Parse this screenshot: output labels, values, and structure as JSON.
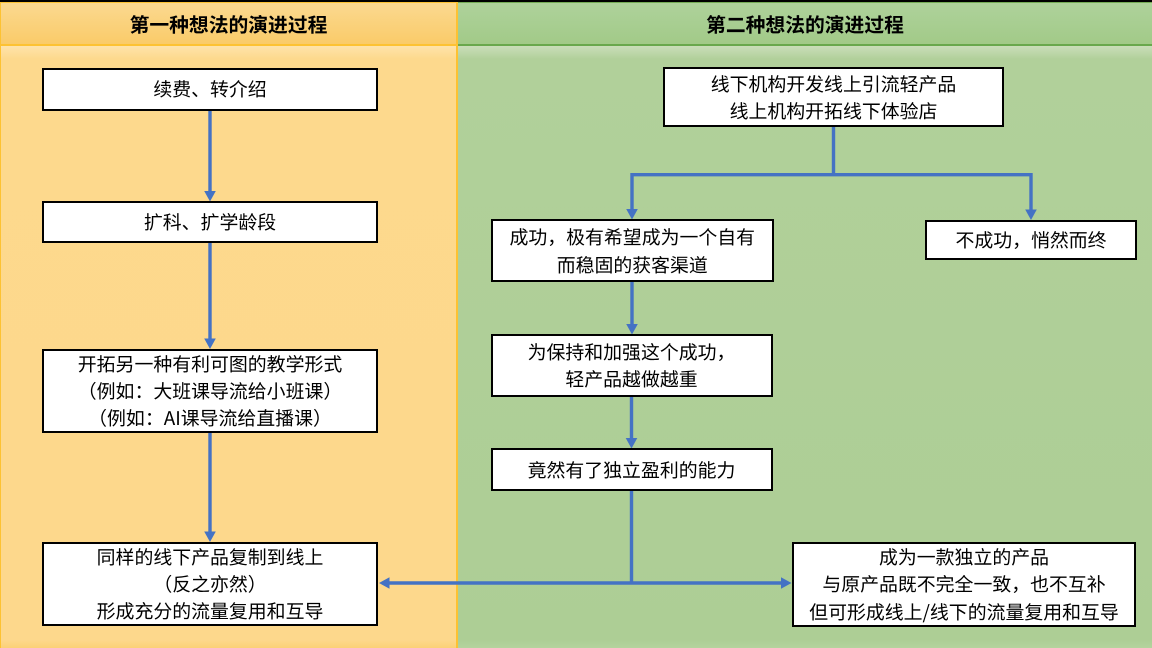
{
  "slide": {
    "kind": "two-column flowchart comparison"
  },
  "colors": {
    "arrow": "#4472C4",
    "left-border": "#FDC232",
    "left-header-fill": "#FACD6F",
    "left-body-fill": "#FDD88C",
    "right-border": "#69A84D",
    "right-border-top": "#74AC55",
    "right-header-fill": "#A6CC8F",
    "right-body-fill": "#ADCE95",
    "node-fill": "#FFFFFF",
    "node-border": "#000000",
    "text": "#000000"
  },
  "panels": [
    {
      "id": "first-idea",
      "title": "第一种想法的演进过程"
    },
    {
      "id": "second-idea",
      "title": "第二种想法的演进过程"
    }
  ],
  "nodes": [
    {
      "id": "renew-referral",
      "panel": "first-idea",
      "lines": [
        "续费、转介绍"
      ]
    },
    {
      "id": "expand-subjects",
      "panel": "first-idea",
      "lines": [
        "扩科、扩学龄段"
      ]
    },
    {
      "id": "new-teaching-form",
      "panel": "first-idea",
      "lines": [
        "开拓另一种有利可图的教学形式",
        "（例如：大班课导流给小班课）",
        "（例如：AI课导流给直播课）"
      ]
    },
    {
      "id": "copy-to-online",
      "panel": "first-idea",
      "lines": [
        "同样的线下产品复制到线上",
        "（反之亦然）",
        "形成充分的流量复用和互导"
      ]
    },
    {
      "id": "light-product",
      "panel": "second-idea",
      "lines": [
        "线下机构开发线上引流轻产品",
        "线上机构开拓线下体验店"
      ]
    },
    {
      "id": "success-channel",
      "panel": "second-idea",
      "lines": [
        "成功，极有希望成为一个自有",
        "而稳固的获客渠道"
      ]
    },
    {
      "id": "failure-quiet-end",
      "panel": "second-idea",
      "lines": [
        "不成功，悄然而终"
      ]
    },
    {
      "id": "product-heavier",
      "panel": "second-idea",
      "lines": [
        "为保持和加强这个成功，",
        "轻产品越做越重"
      ]
    },
    {
      "id": "independent-profit",
      "panel": "second-idea",
      "lines": [
        "竟然有了独立盈利的能力"
      ]
    },
    {
      "id": "independent-product",
      "panel": "second-idea",
      "lines": [
        "成为一款独立的产品",
        "与原产品既不完全一致，也不互补",
        "但可形成线上/线下的流量复用和互导"
      ]
    }
  ],
  "edges": [
    {
      "from": "renew-referral",
      "to": "expand-subjects"
    },
    {
      "from": "expand-subjects",
      "to": "new-teaching-form"
    },
    {
      "from": "new-teaching-form",
      "to": "copy-to-online"
    },
    {
      "from": "light-product",
      "to": "success-channel"
    },
    {
      "from": "light-product",
      "to": "failure-quiet-end"
    },
    {
      "from": "success-channel",
      "to": "product-heavier"
    },
    {
      "from": "product-heavier",
      "to": "independent-profit"
    },
    {
      "from": "independent-profit",
      "to": "copy-to-online"
    },
    {
      "from": "independent-profit",
      "to": "independent-product"
    }
  ]
}
